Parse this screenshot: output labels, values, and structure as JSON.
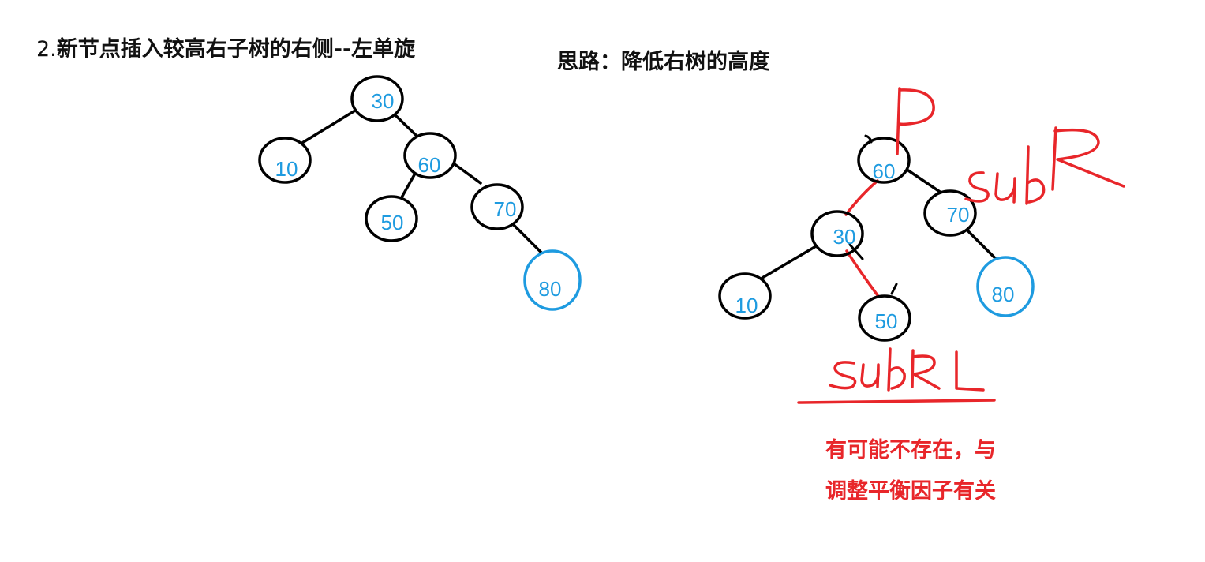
{
  "titles": {
    "left_num": "2.",
    "left_text": "新节点插入较高右子树的右侧--左单旋",
    "right": "思路：降低右树的高度"
  },
  "colors": {
    "node_stroke": "#000000",
    "node_text": "#1e9be0",
    "highlight_node": "#1e9be0",
    "annotation": "#e8262a",
    "edge": "#000000"
  },
  "left_tree": {
    "nodes": [
      {
        "id": "n30",
        "label": "30"
      },
      {
        "id": "n10",
        "label": "10"
      },
      {
        "id": "n60",
        "label": "60"
      },
      {
        "id": "n50",
        "label": "50"
      },
      {
        "id": "n70",
        "label": "70"
      },
      {
        "id": "n80",
        "label": "80",
        "highlight": true
      }
    ],
    "edges": [
      [
        "n30",
        "n10"
      ],
      [
        "n30",
        "n60"
      ],
      [
        "n60",
        "n50"
      ],
      [
        "n60",
        "n70"
      ],
      [
        "n70",
        "n80"
      ]
    ]
  },
  "right_tree": {
    "nodes": [
      {
        "id": "m60",
        "label": "60"
      },
      {
        "id": "m30",
        "label": "30"
      },
      {
        "id": "m70",
        "label": "70"
      },
      {
        "id": "m10",
        "label": "10"
      },
      {
        "id": "m50",
        "label": "50"
      },
      {
        "id": "m80",
        "label": "80",
        "highlight": true
      }
    ],
    "edges": [
      [
        "m60",
        "m70"
      ],
      [
        "m30",
        "m10"
      ],
      [
        "m70",
        "m80"
      ]
    ],
    "annotation_edges": [
      [
        "m60",
        "m30"
      ],
      [
        "m30",
        "m50"
      ]
    ]
  },
  "handwriting": {
    "parent": "P",
    "subR": "subR",
    "subRL": "subRL"
  },
  "notes": {
    "line1": "有可能不存在，与",
    "line2": "调整平衡因子有关"
  }
}
